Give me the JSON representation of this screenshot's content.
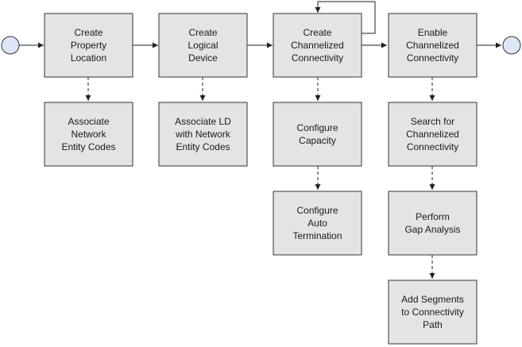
{
  "nodes": [
    {
      "id": "n1",
      "lines": [
        "Create",
        "Property",
        "Location"
      ]
    },
    {
      "id": "n2",
      "lines": [
        "Create",
        "Logical",
        "Device"
      ]
    },
    {
      "id": "n3",
      "lines": [
        "Create",
        "Channelized",
        "Connectivity"
      ]
    },
    {
      "id": "n4",
      "lines": [
        "Enable",
        "Channelized",
        "Connectivity"
      ]
    },
    {
      "id": "n5",
      "lines": [
        "Associate",
        "Network",
        "Entity Codes"
      ]
    },
    {
      "id": "n6",
      "lines": [
        "Associate LD",
        "with Network",
        "Entity Codes"
      ]
    },
    {
      "id": "n7",
      "lines": [
        "Configure",
        "Capacity"
      ]
    },
    {
      "id": "n8",
      "lines": [
        "Configure",
        "Auto",
        "Termination"
      ]
    },
    {
      "id": "n9",
      "lines": [
        "Search for",
        "Channelized",
        "Connectivity"
      ]
    },
    {
      "id": "n10",
      "lines": [
        "Perform",
        "Gap Analysis"
      ]
    },
    {
      "id": "n11",
      "lines": [
        "Add Segments",
        "to Connectivity",
        "Path"
      ]
    }
  ],
  "colors": {
    "box_fill": "#e4e4e4",
    "box_stroke": "#333333",
    "terminal_fill": "#dde6f7"
  },
  "terminals": {
    "start_icon": "start-circle-icon",
    "end_icon": "end-circle-icon"
  }
}
